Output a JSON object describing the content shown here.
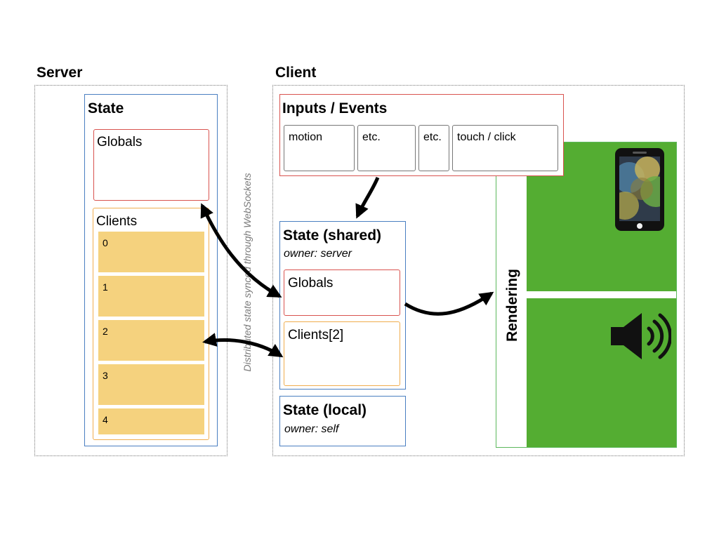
{
  "server": {
    "title": "Server",
    "state": {
      "title": "State",
      "globals_label": "Globals",
      "clients_label": "Clients",
      "client_ids": [
        "0",
        "1",
        "2",
        "3",
        "4"
      ]
    }
  },
  "client": {
    "title": "Client",
    "inputs": {
      "title": "Inputs / Events",
      "events": [
        "motion",
        "etc.",
        "etc.",
        "touch / click"
      ]
    },
    "shared_state": {
      "title": "State (shared)",
      "owner": "owner: server",
      "globals_label": "Globals",
      "clients_label": "Clients[2]"
    },
    "local_state": {
      "title": "State (local)",
      "owner": "owner: self"
    },
    "rendering": {
      "label": "Rendering",
      "icons": [
        "phone-icon",
        "speaker-icon"
      ]
    }
  },
  "sync_label": "Distributed state synced through WebSockets",
  "colors": {
    "state_border": "#4a7fc1",
    "globals_border": "#d9534f",
    "clients_border": "#f0ad4e",
    "client_row_fill": "#f5d27e",
    "rendering_fill": "#54ad32",
    "sync_label": "#7a7a7a"
  }
}
